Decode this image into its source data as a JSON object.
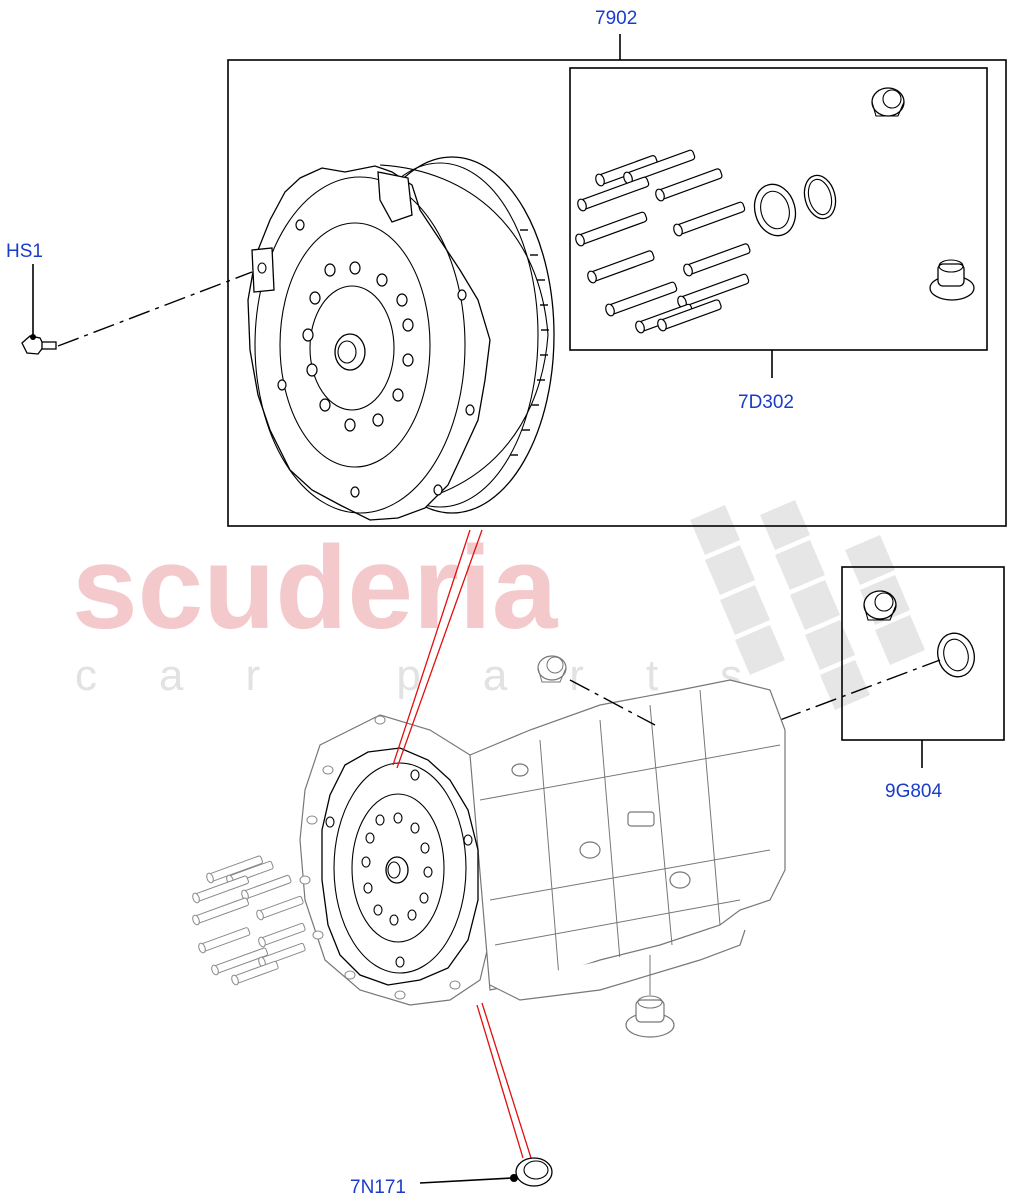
{
  "watermark": {
    "brand": "scuderia",
    "tagline": "car parts"
  },
  "callouts": {
    "kit_7902": "7902",
    "bolt_hs1": "HS1",
    "kit_7d302": "7D302",
    "kit_9g804": "9G804",
    "plug_7n171": "7N171"
  },
  "colors": {
    "callout_text": "#1a3cc8",
    "watermark_brand": "#f4c9cc",
    "watermark_tagline": "#e2e2e2",
    "leader_red": "#e01010"
  }
}
